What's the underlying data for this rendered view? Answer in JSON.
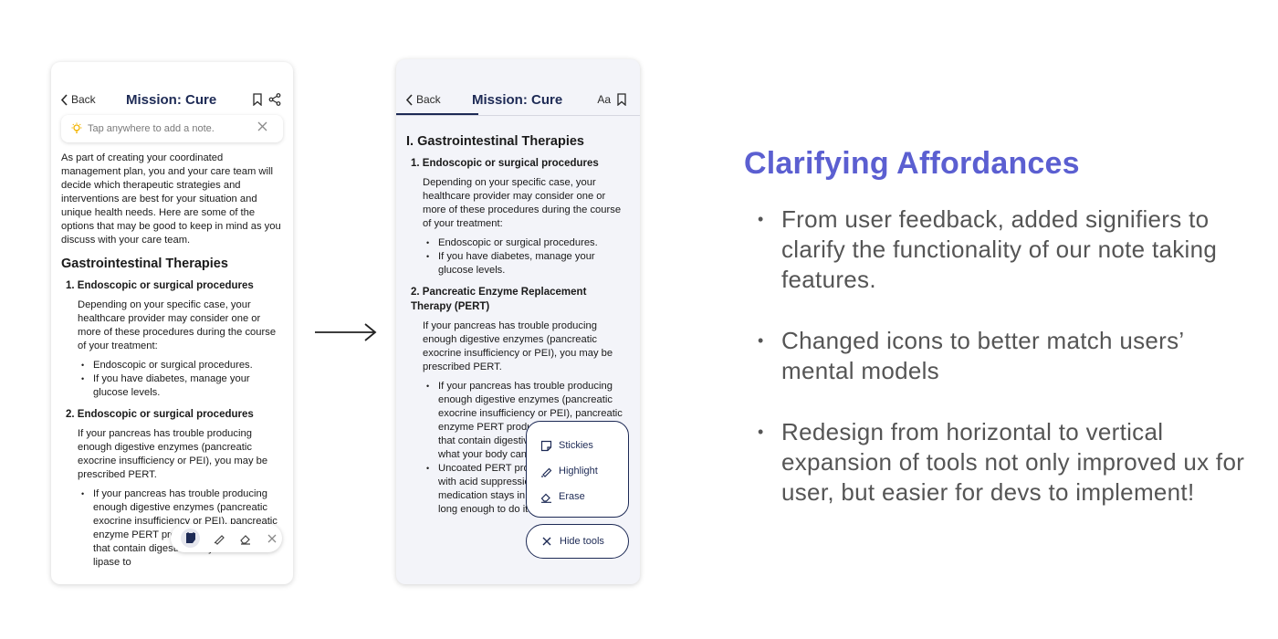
{
  "before": {
    "nav": {
      "back_label": "Back",
      "title": "Mission: Cure"
    },
    "tip": {
      "text": "Tap anywhere to add a note."
    },
    "intro": "As part of creating your coordinated management plan, you and your care team will decide which therapeutic strategies and interventions are best for your situation and unique health needs. Here are some of the options that may be good to keep in mind as you discuss with your care team.",
    "section_title": "Gastrointestinal Therapies",
    "item1_title": "1. Endoscopic or surgical procedures",
    "item1_body": "Depending on your specific case, your healthcare provider may consider one or more of these procedures during the course of your treatment:",
    "item1_bullets": [
      "Endoscopic or surgical procedures.",
      "If you have diabetes, manage your glucose levels."
    ],
    "item2_title": "2. Endoscopic or surgical procedures",
    "item2_body": "If your pancreas has trouble producing enough digestive enzymes (pancreatic exocrine insufficiency or PEI), you may be prescribed PERT.",
    "item2_bullets": [
      "If your pancreas has trouble producing enough digestive enzymes (pancreatic exocrine insufficiency or PEI), pancreatic enzyme PERT products are medications that contain digestive enzymes such as lipase to"
    ]
  },
  "after": {
    "nav": {
      "back_label": "Back",
      "title": "Mission: Cure",
      "text_size_label": "Aa"
    },
    "section_title": "I. Gastrointestinal Therapies",
    "item1_title": "1. Endoscopic or surgical procedures",
    "item1_body": "Depending on your specific case, your healthcare provider may consider one or more of these procedures during the course of your treatment:",
    "item1_bullets": [
      "Endoscopic or surgical procedures.",
      "If you have diabetes, manage your glucose levels."
    ],
    "item2_title": "2. Pancreatic Enzyme Replacement Therapy (PERT)",
    "item2_body": "If your pancreas has trouble producing enough digestive enzymes (pancreatic exocrine insufficiency or PEI), you may be prescribed PERT.",
    "item2_bullets": [
      "If your pancreas has trouble producing enough digestive enzymes (pancreatic exocrine insufficiency or PEI), pancreatic enzyme PERT products are medications that contain digestive enzymes to replace what your body can no longer produce.",
      "Uncoated PERT products should be used with acid suppression so that the medication stays in your digestive system long enough to do its job"
    ],
    "tools": {
      "stickies": "Stickies",
      "highlight": "Highlight",
      "erase": "Erase",
      "hide": "Hide tools"
    }
  },
  "panel": {
    "title": "Clarifying Affordances",
    "bullets": [
      "From user feedback, added signifiers to clarify the functionality of our note taking features.",
      "Changed icons to better match users’ mental models",
      "Redesign from horizontal to vertical expansion of tools not only improved ux for user, but easier for devs to implement!"
    ]
  },
  "colors": {
    "accent": "#5b5fd1",
    "navy": "#1d2a55",
    "body_text": "#555555",
    "tip_icon": "#f2b400"
  },
  "icons": [
    "chevron-left-icon",
    "bookmark-icon",
    "share-icon",
    "lightbulb-icon",
    "close-icon",
    "sticky-note-icon",
    "highlighter-icon",
    "eraser-icon",
    "arrow-right-icon"
  ]
}
